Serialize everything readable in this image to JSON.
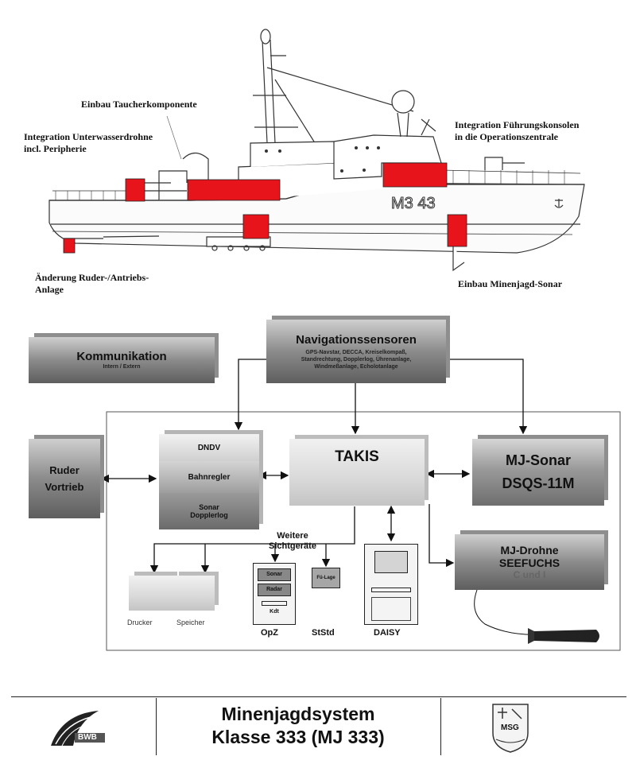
{
  "ship": {
    "labels": {
      "divers": "Einbau Taucherkomponente",
      "drone_line1": "Integration Unterwasserdrohne",
      "drone_line2": "incl. Peripherie",
      "consoles_line1": "Integration Führungskonsolen",
      "consoles_line2": "in die Operationszentrale",
      "rudder_line1": "Änderung Ruder-/Antriebs-",
      "rudder_line2": "Anlage",
      "sonar": "Einbau Minenjagd-Sonar"
    },
    "hull_number": "M3 43",
    "highlight_color": "#e8141b"
  },
  "diagram": {
    "komm": {
      "title": "Kommunikation",
      "sub": "Intern / Extern"
    },
    "nav": {
      "title": "Navigationssensoren",
      "sub1": "GPS-Navstar, DECCA, Kreiselkompaß,",
      "sub2": "Standrechtung, Dopplerlog, Ührenanlage,",
      "sub3": "Windmeßanlage, Echolotanlage"
    },
    "ruder": {
      "line1": "Ruder",
      "line2": "Vortrieb"
    },
    "stack": {
      "row1": "DNDV",
      "row2": "Bahnregler",
      "row3a": "Sonar",
      "row3b": "Dopplerlog"
    },
    "takis": "TAKIS",
    "sonar": {
      "line1": "MJ-Sonar",
      "line2": "DSQS-11M"
    },
    "drone": {
      "line1": "MJ-Drohne",
      "line2": "SEEFUCHS",
      "line3": "C und I"
    },
    "weitere": {
      "line1": "Weitere",
      "line2": "Sichtgeräte"
    },
    "drucker": "Drucker",
    "speicher": "Speicher",
    "opz": {
      "btn1": "Sonar",
      "btn2": "Radar",
      "btn3": "Kdt",
      "label": "OpZ"
    },
    "ststd": {
      "inner": "Fü-Lage",
      "label": "StStd"
    },
    "daisy": "DAISY"
  },
  "footer": {
    "title_line1": "Minenjagdsystem",
    "title_line2": "Klasse 333 (MJ 333)",
    "logo_left_text": "BWB",
    "logo_right_text": "MSG"
  }
}
